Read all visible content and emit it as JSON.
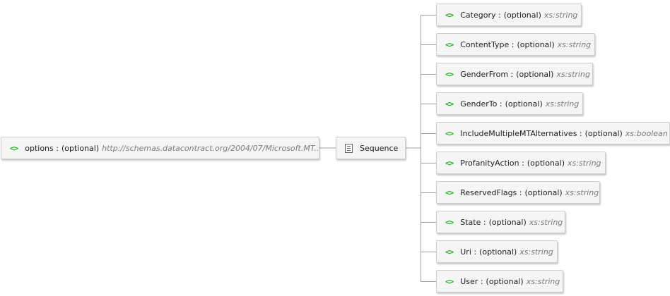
{
  "root": {
    "icon": "element-icon",
    "icon_text": "<>",
    "name": "options :",
    "qualifier": "(optional)",
    "type": "http://schemas.datacontract.org/2004/07/Microsoft.MT...."
  },
  "sequence": {
    "icon": "sequence-icon",
    "label": "Sequence"
  },
  "children": [
    {
      "icon_text": "<>",
      "name": "Category :",
      "qualifier": "(optional)",
      "type": "xs:string"
    },
    {
      "icon_text": "<>",
      "name": "ContentType :",
      "qualifier": "(optional)",
      "type": "xs:string"
    },
    {
      "icon_text": "<>",
      "name": "GenderFrom :",
      "qualifier": "(optional)",
      "type": "xs:string"
    },
    {
      "icon_text": "<>",
      "name": "GenderTo :",
      "qualifier": "(optional)",
      "type": "xs:string"
    },
    {
      "icon_text": "<>",
      "name": "IncludeMultipleMTAlternatives :",
      "qualifier": "(optional)",
      "type": "xs:boolean"
    },
    {
      "icon_text": "<>",
      "name": "ProfanityAction :",
      "qualifier": "(optional)",
      "type": "xs:string"
    },
    {
      "icon_text": "<>",
      "name": "ReservedFlags :",
      "qualifier": "(optional)",
      "type": "xs:string"
    },
    {
      "icon_text": "<>",
      "name": "State :",
      "qualifier": "(optional)",
      "type": "xs:string"
    },
    {
      "icon_text": "<>",
      "name": "Uri :",
      "qualifier": "(optional)",
      "type": "xs:string"
    },
    {
      "icon_text": "<>",
      "name": "User :",
      "qualifier": "(optional)",
      "type": "xs:string"
    }
  ],
  "colors": {
    "element_icon": "#22b022",
    "node_fill": "#f5f5f5",
    "node_border": "#cdcdcd",
    "connector": "#a0a0a0",
    "type_text": "#7a7a7a"
  }
}
